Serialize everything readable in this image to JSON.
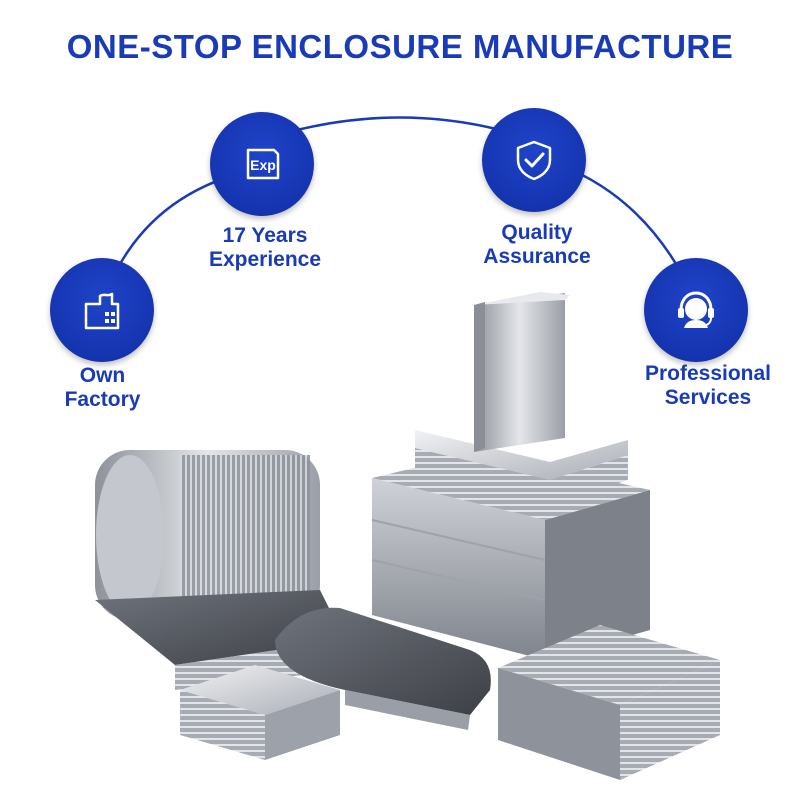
{
  "title": "ONE-STOP ENCLOSURE MANUFACTURE",
  "features": [
    {
      "id": "own-factory",
      "icon": "factory-icon",
      "line1": "Own",
      "line2": "Factory"
    },
    {
      "id": "experience",
      "icon": "exp-badge-icon",
      "line1": "17 Years",
      "line2": "Experience",
      "icon_text": "Exp"
    },
    {
      "id": "quality",
      "icon": "shield-check-icon",
      "line1": "Quality",
      "line2": "Assurance"
    },
    {
      "id": "services",
      "icon": "headset-support-icon",
      "line1": "Professional",
      "line2": "Services"
    }
  ],
  "colors": {
    "brand_blue": "#1a3bb8",
    "arc": "#1a3bb8",
    "metal": "#b8bcc4"
  }
}
